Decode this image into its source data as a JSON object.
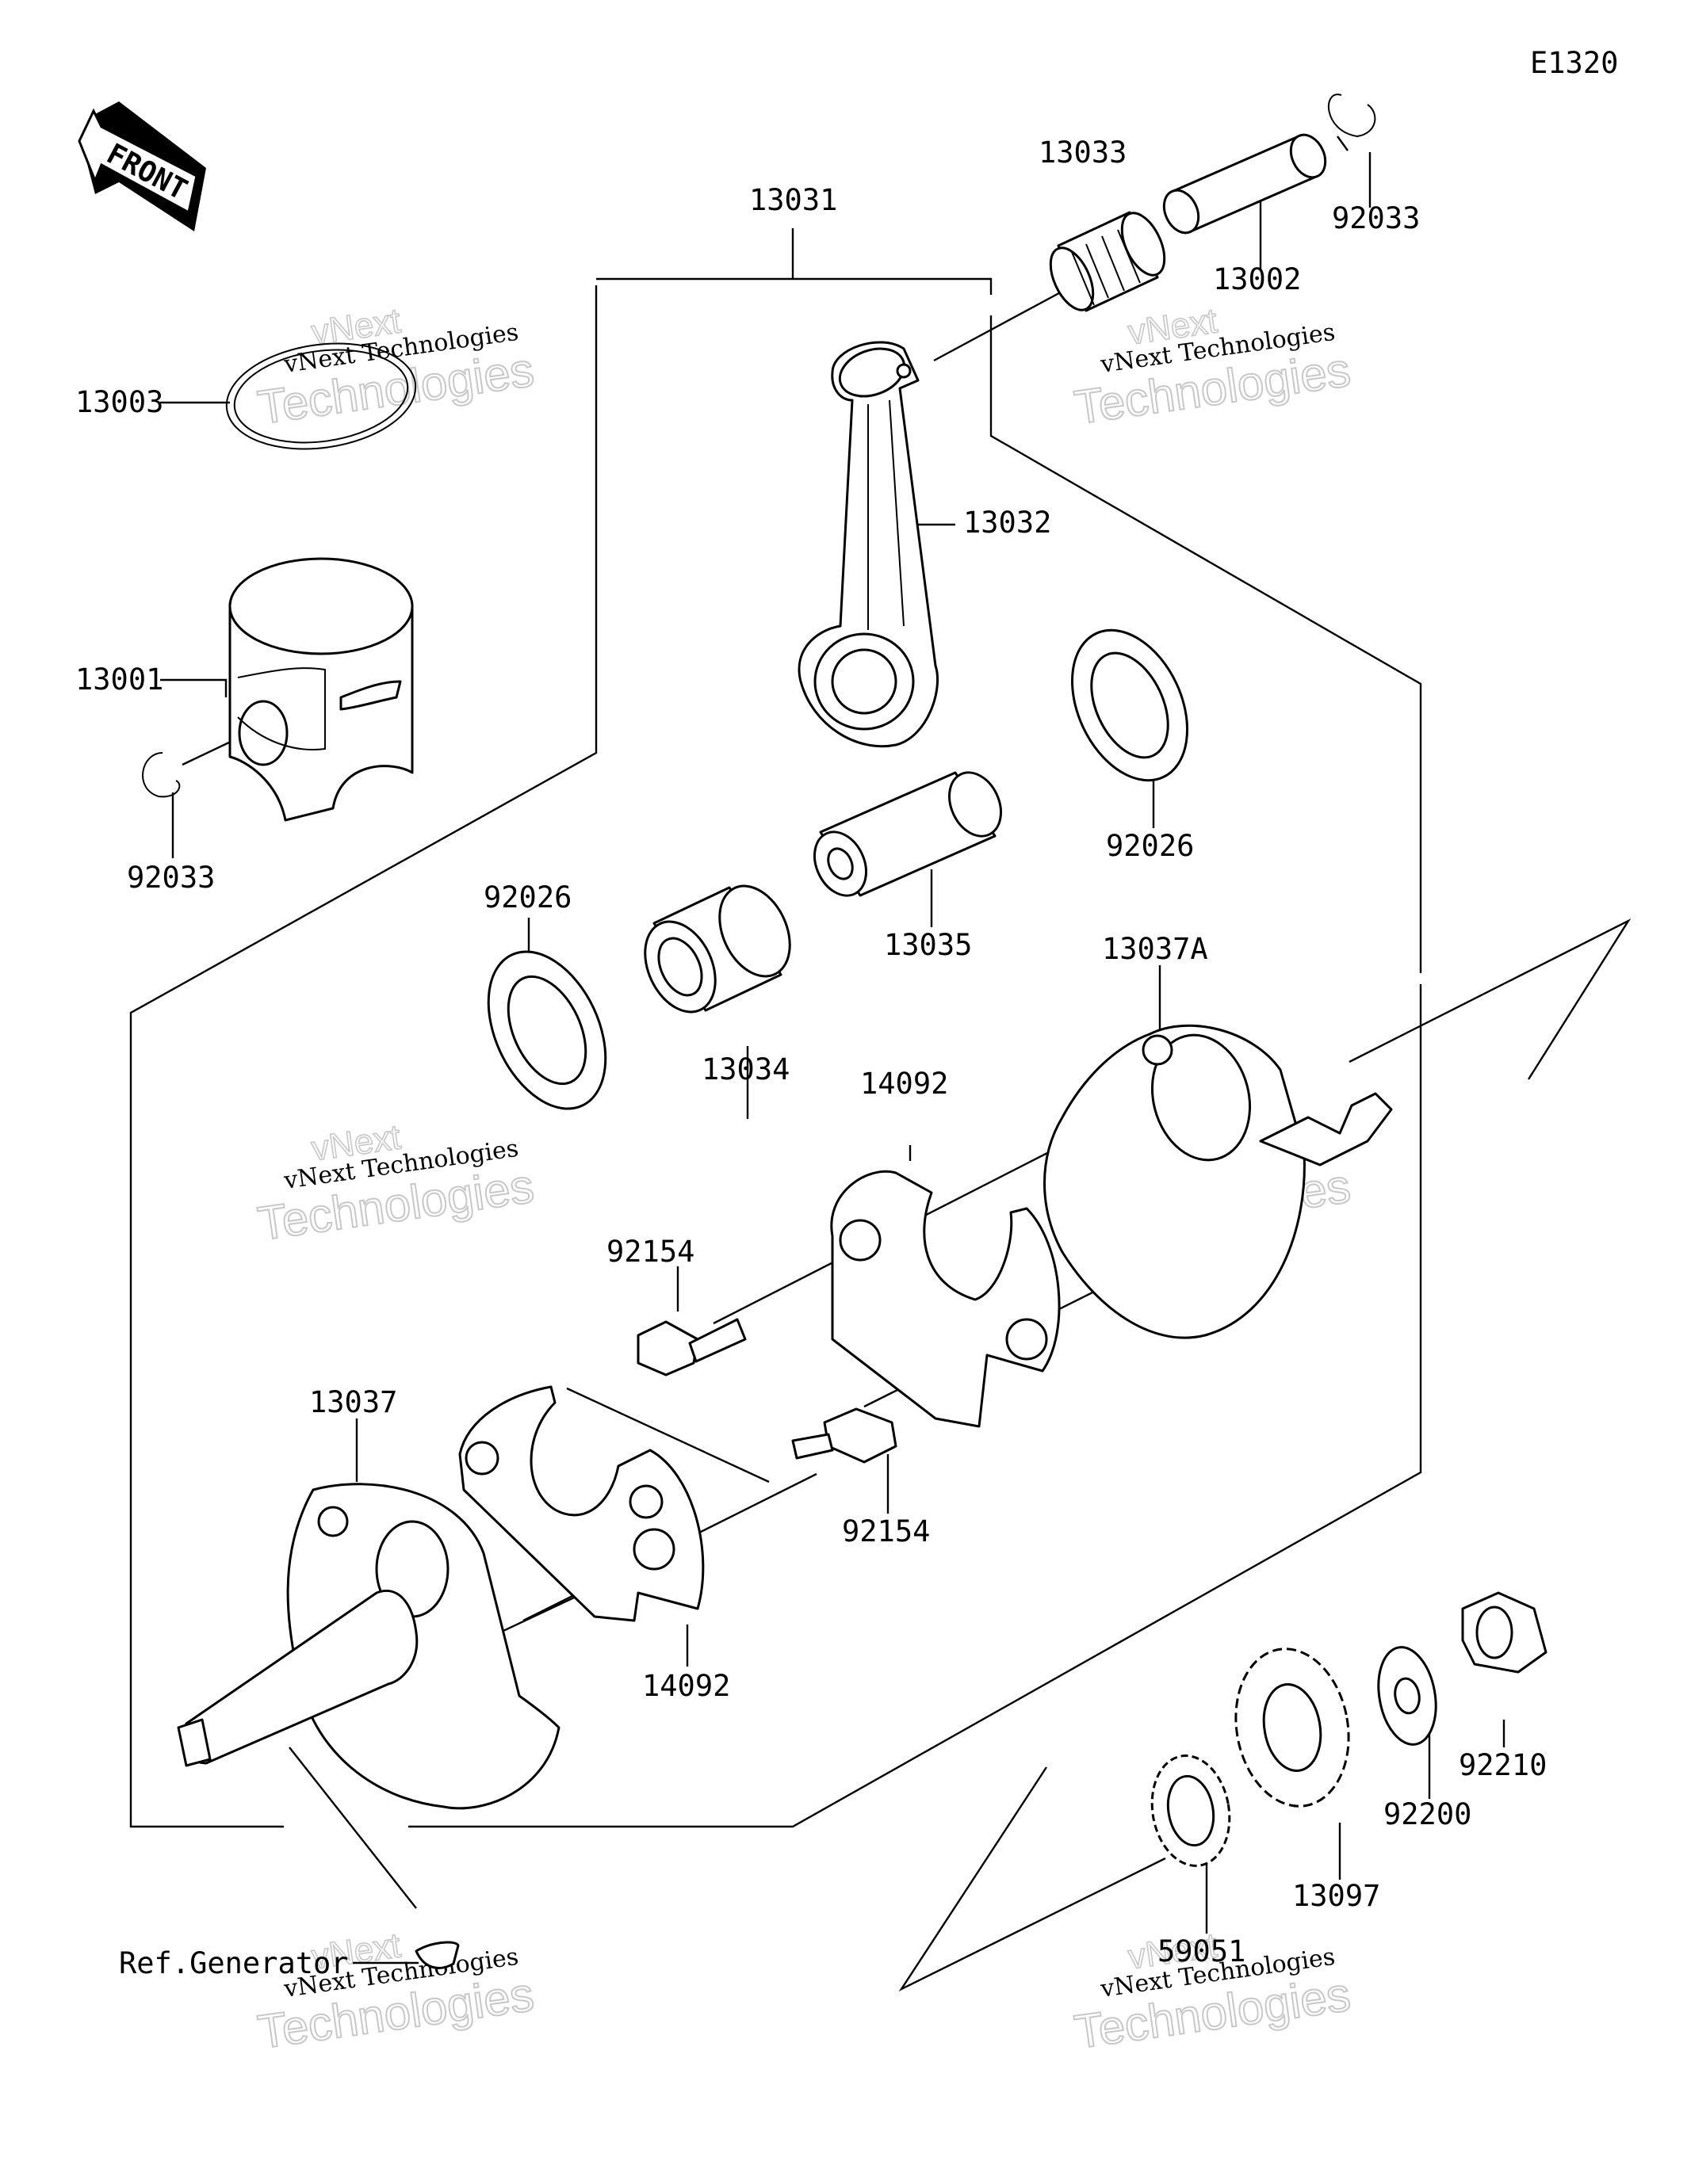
{
  "diagram_code": "E1320",
  "front_label": "FRONT",
  "ref_label": "Ref.Generator",
  "watermark": {
    "line1": "vNext",
    "line2": "vNext Technologies",
    "line3": "Technologies"
  },
  "part_labels": {
    "p13031": "13031",
    "p13033": "13033",
    "p92033_top": "92033",
    "p13002": "13002",
    "p13003": "13003",
    "p13032": "13032",
    "p13001": "13001",
    "p92033_left": "92033",
    "p92026_right": "92026",
    "p92026_left": "92026",
    "p13035": "13035",
    "p13037A": "13037A",
    "p13034": "13034",
    "p14092_top": "14092",
    "p92154_top": "92154",
    "p13037": "13037",
    "p92154_bottom": "92154",
    "p14092_bottom": "14092",
    "p92210": "92210",
    "p92200": "92200",
    "p13097": "13097",
    "p59051": "59051"
  }
}
